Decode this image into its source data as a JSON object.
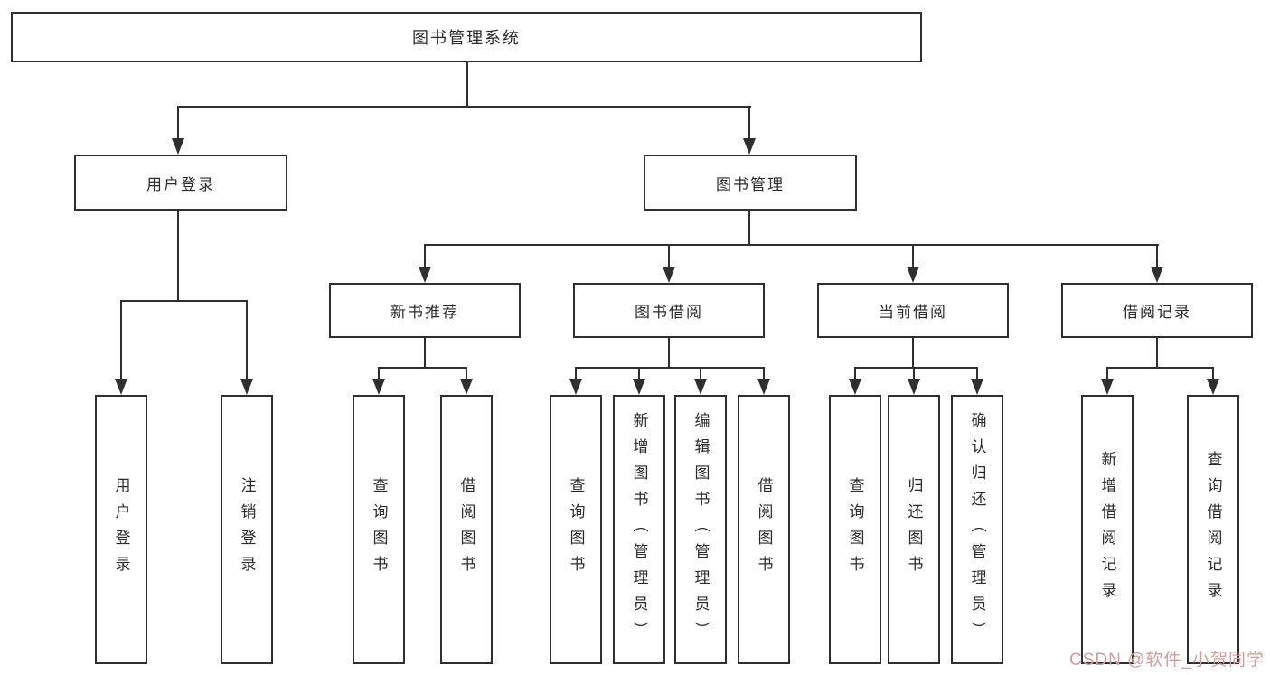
{
  "tree": {
    "root": {
      "label": "图书管理系统"
    },
    "user_login": {
      "label": "用户登录",
      "children": [
        {
          "label": "用户登录"
        },
        {
          "label": "注销登录"
        }
      ]
    },
    "book_mgmt": {
      "label": "图书管理",
      "groups": [
        {
          "label": "新书推荐",
          "children": [
            {
              "label": "查询图书"
            },
            {
              "label": "借阅图书"
            }
          ]
        },
        {
          "label": "图书借阅",
          "children": [
            {
              "label": "查询图书"
            },
            {
              "label": "新增图书（管理员）"
            },
            {
              "label": "编辑图书（管理员）"
            },
            {
              "label": "借阅图书"
            }
          ]
        },
        {
          "label": "当前借阅",
          "children": [
            {
              "label": "查询图书"
            },
            {
              "label": "归还图书"
            },
            {
              "label": "确认归还（管理员）"
            }
          ]
        },
        {
          "label": "借阅记录",
          "children": [
            {
              "label": "新增借阅记录"
            },
            {
              "label": "查询借阅记录"
            }
          ]
        }
      ]
    }
  },
  "watermark": {
    "text": "CSDN @软件_小贺同学",
    "color": "#cf9e9e"
  },
  "colors": {
    "line": "#2f2f2f",
    "text": "#2b2b2b",
    "background": "#ffffff"
  }
}
